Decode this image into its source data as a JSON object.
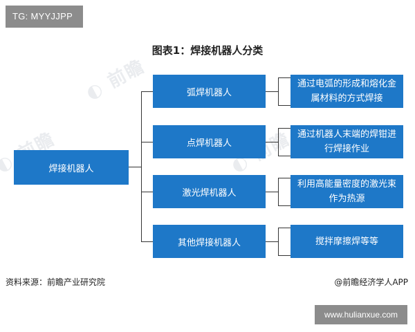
{
  "tag": "TG: MYYJJPP",
  "title": "图表1：焊接机器人分类",
  "root": "焊接机器人",
  "categories": [
    "弧焊机器人",
    "点焊机器人",
    "激光焊机器人",
    "其他焊接机器人"
  ],
  "descriptions": [
    "通过电弧的形成和熔化金属材料的方式焊接",
    "通过机器人末端的焊钳进行焊接作业",
    "利用高能量密度的激光束作为热源",
    "搅拌摩擦焊等等"
  ],
  "source": "资料来源：前瞻产业研究院",
  "credit": "@前瞻经济学人APP",
  "site": "www.hulianxue.com",
  "colors": {
    "box": "#1e78c8",
    "tag_bg": "#8c8c8c"
  }
}
